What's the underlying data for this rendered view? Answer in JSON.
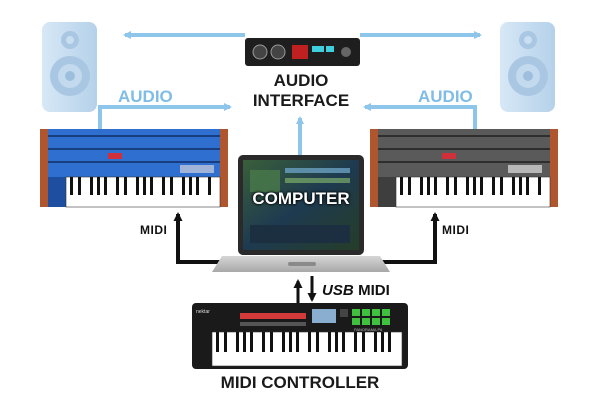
{
  "labels": {
    "audio_left": "AUDIO",
    "audio_right": "AUDIO",
    "audio_interface_line1": "AUDIO",
    "audio_interface_line2": "INTERFACE",
    "computer": "COMPUTER",
    "midi_left": "MIDI",
    "midi_right": "MIDI",
    "usb": "USB",
    "usb_midi": "MIDI",
    "midi_controller": "MIDI CONTROLLER",
    "controller_brand": "nektar",
    "controller_model": "PANORAMA P6"
  },
  "colors": {
    "audio_arrow": "#8ec5ea",
    "midi_arrow": "#111111",
    "synth_left_body": "#2f6fd0",
    "synth_right_body": "#5a5a5a",
    "wood": "#b0562e",
    "speaker": "#c8def0",
    "label_dark": "#1a1a1a",
    "label_blue": "#7fbde7"
  }
}
